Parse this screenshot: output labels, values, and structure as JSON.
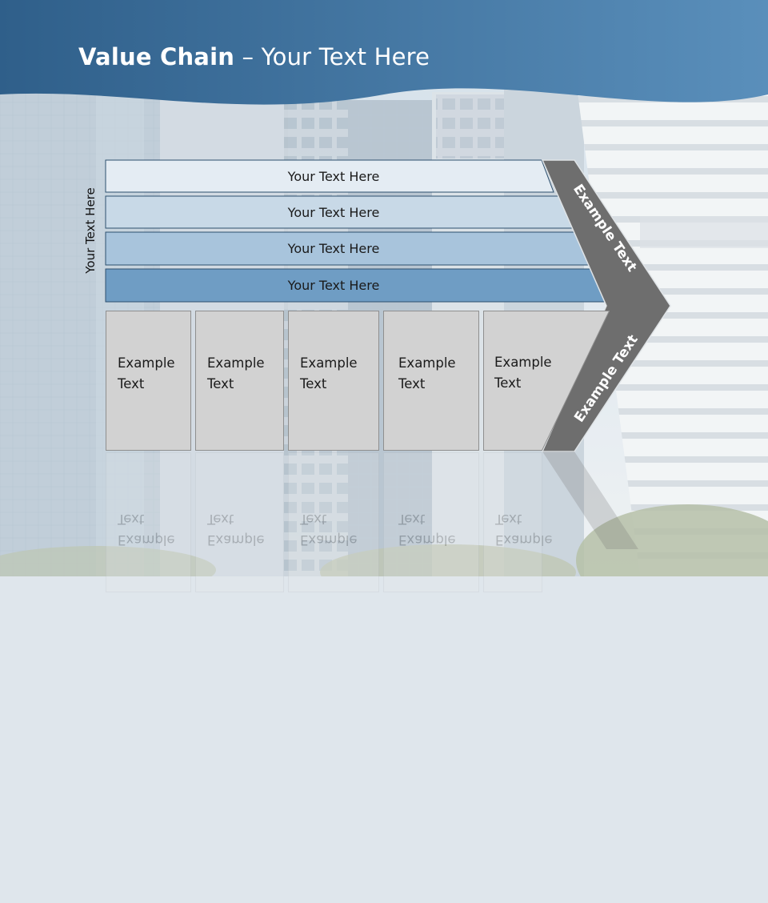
{
  "slide": {
    "title_bold": "Value Chain",
    "title_rest": " – Your Text Here"
  },
  "diagram": {
    "side_label": "Your Text Here",
    "support_rows": [
      {
        "label": "Your Text Here",
        "color": "#e4ecf3"
      },
      {
        "label": "Your Text Here",
        "color": "#c8d9e7"
      },
      {
        "label": "Your Text Here",
        "color": "#a8c4dc"
      },
      {
        "label": "Your Text Here",
        "color": "#6f9dc4"
      }
    ],
    "primary_boxes": [
      {
        "line1": "Example",
        "line2": "Text"
      },
      {
        "line1": "Example",
        "line2": "Text"
      },
      {
        "line1": "Example",
        "line2": "Text"
      },
      {
        "line1": "Example",
        "line2": "Text"
      },
      {
        "line1": "Example",
        "line2": "Text"
      }
    ],
    "chevron_upper_label": "Example Text",
    "chevron_lower_label": "Example Text",
    "chevron_color": "#6e6e6e"
  },
  "colors": {
    "header_blue": "#3e6f98",
    "box_gray": "#d2d2d2"
  }
}
